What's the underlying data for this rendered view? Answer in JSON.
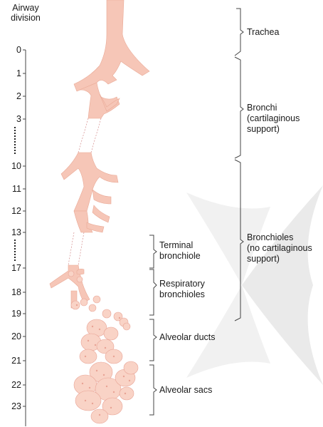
{
  "axis_title": "Airway\ndivision",
  "ticks": [
    "0",
    "1",
    "2",
    "3",
    "10",
    "11",
    "12",
    "13",
    "17",
    "18",
    "19",
    "20",
    "21",
    "22",
    "23"
  ],
  "right_groups": [
    {
      "label": "Trachea"
    },
    {
      "label": "Bronchi\n(cartilaginous\nsupport)"
    },
    {
      "label": "Bronchioles\n(no cartilaginous\nsupport)"
    }
  ],
  "middle_groups": [
    {
      "label": "Terminal\nbronchiole"
    },
    {
      "label": "Respiratory\nbronchioles"
    },
    {
      "label": "Alveolar ducts"
    },
    {
      "label": "Alveolar sacs"
    }
  ],
  "colors": {
    "airway_fill": "#f6c6b7",
    "alveoli_fill": "#f9d3c6",
    "alveoli_dots": "#e8a395",
    "line": "#444444",
    "watermark": "#d9d9d9"
  },
  "icons": {
    "watermark": "star-watermark-icon"
  }
}
